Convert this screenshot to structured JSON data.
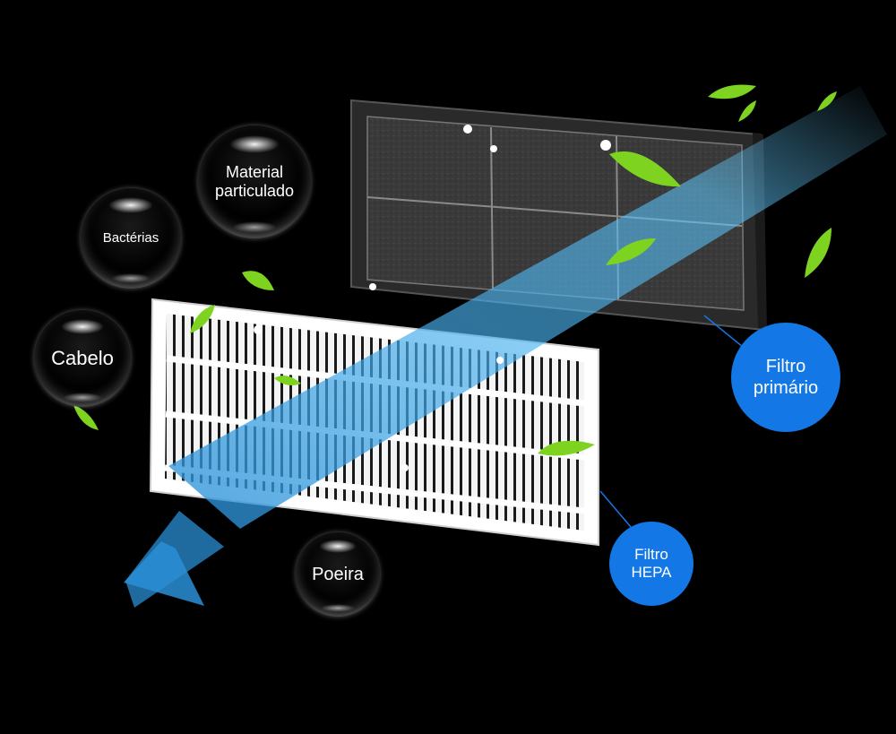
{
  "bubbles": {
    "material": "Material\nparticulado",
    "bacterias": "Bactérias",
    "cabelo": "Cabelo",
    "poeira": "Poeira"
  },
  "callouts": {
    "primary": "Filtro\nprimário",
    "hepa": "Filtro\nHEPA"
  },
  "colors": {
    "background": "#000000",
    "callout": "#1377e6",
    "airflow": "#4fc3ff",
    "leaf": "#7ed321"
  }
}
